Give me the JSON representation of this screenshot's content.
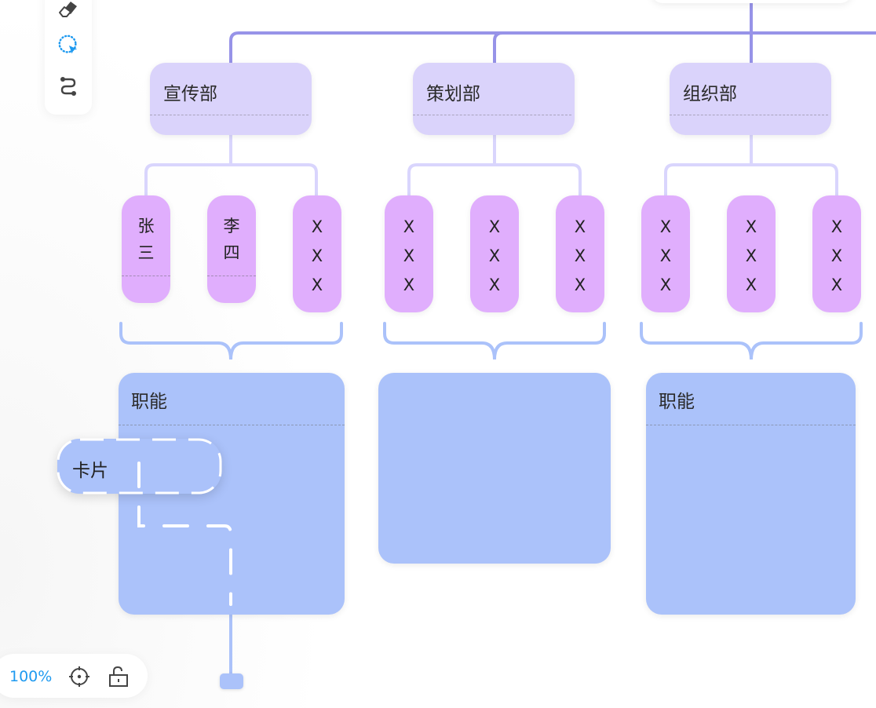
{
  "toolbar": {
    "tools": [
      {
        "name": "eraser",
        "icon": "eraser-icon"
      },
      {
        "name": "select",
        "icon": "lasso-select-icon",
        "active": true
      },
      {
        "name": "connector",
        "icon": "connector-icon"
      }
    ]
  },
  "departments": [
    {
      "title": "宣传部",
      "members": [
        {
          "name": "张\n三",
          "has_divider": true
        },
        {
          "name": "李\n四",
          "has_divider": true
        },
        {
          "name": "X\nX\nX",
          "has_divider": false
        }
      ],
      "function_card": {
        "title": "职能",
        "has_title": true
      }
    },
    {
      "title": "策划部",
      "members": [
        {
          "name": "X\nX\nX",
          "has_divider": false
        },
        {
          "name": "X\nX\nX",
          "has_divider": false
        },
        {
          "name": "X\nX\nX",
          "has_divider": false
        }
      ],
      "function_card": {
        "title": "",
        "has_title": false
      }
    },
    {
      "title": "组织部",
      "members": [
        {
          "name": "X\nX\nX",
          "has_divider": false
        },
        {
          "name": "X\nX\nX",
          "has_divider": false
        },
        {
          "name": "X\nX\nX",
          "has_divider": false
        }
      ],
      "function_card": {
        "title": "职能",
        "has_title": true
      }
    }
  ],
  "drag_card": {
    "label": "卡片"
  },
  "bottom_bar": {
    "zoom_level": "100%",
    "locate_icon": "crosshair-icon",
    "lock_icon": "unlock-icon"
  },
  "colors": {
    "dept_fill": "#dad3fb",
    "member_fill": "#e0aefd",
    "function_fill": "#abc2fa",
    "trunk_line": "#9793e8",
    "branch_line": "#d9d5fd",
    "brace_line": "#abc2fa",
    "accent": "#1e9af0"
  }
}
